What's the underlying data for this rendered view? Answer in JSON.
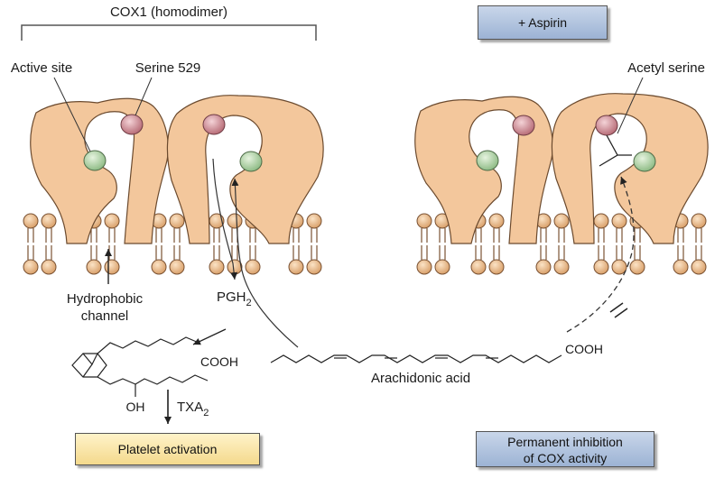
{
  "title": "COX1 (homodimer)",
  "labels": {
    "active_site": "Active site",
    "serine": "Serine 529",
    "acetyl_serine": "Acetyl serine",
    "hydrophobic_1": "Hydrophobic",
    "hydrophobic_2": "channel",
    "pgh2": "PGH",
    "pgh2_sub": "2",
    "txa2": "TXA",
    "txa2_sub": "2",
    "cooh_txa": "COOH",
    "oh": "OH",
    "cooh_aa": "COOH",
    "arachidonic": "Arachidonic acid"
  },
  "boxes": {
    "aspirin": "+ Aspirin",
    "platelet": "Platelet activation",
    "inhibition_1": "Permanent inhibition",
    "inhibition_2": "of COX activity"
  },
  "colors": {
    "protein": "#f3c79c",
    "protein_stroke": "#6b4a2e",
    "active_site": "#b7d6ae",
    "serine": "#d79aa3",
    "lipid_head": "#f0c294",
    "box_blue": "#a9bcd9",
    "box_yellow": "#f8e0a0"
  }
}
